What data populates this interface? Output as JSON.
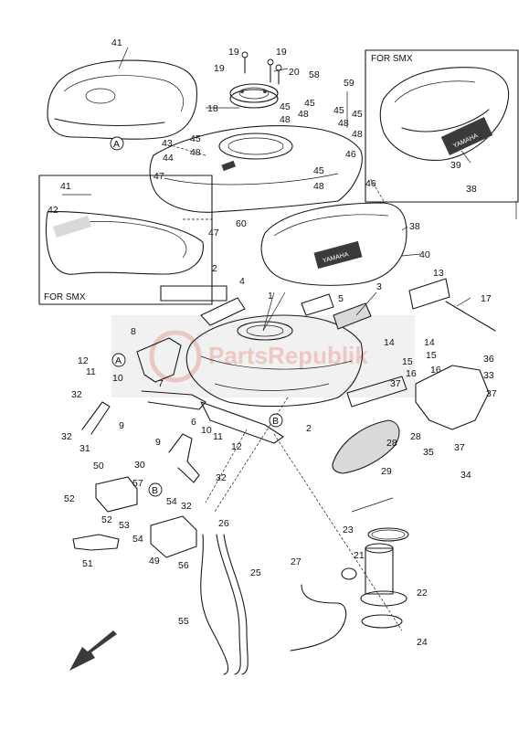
{
  "diagram": {
    "box_labels": {
      "smx_top": "FOR SMX",
      "smx_left": "FOR SMX"
    },
    "letters": [
      "A",
      "A",
      "B",
      "B"
    ],
    "part_numbers": {
      "p1": "1",
      "p2a": "2",
      "p2b": "2",
      "p3": "3",
      "p4": "4",
      "p5": "5",
      "p6": "6",
      "p7": "7",
      "p8": "8",
      "p9a": "9",
      "p9b": "9",
      "p10a": "10",
      "p10b": "10",
      "p11a": "11",
      "p11b": "11",
      "p12a": "12",
      "p12b": "12",
      "p13": "13",
      "p14a": "14",
      "p14b": "14",
      "p15a": "15",
      "p15b": "15",
      "p16a": "16",
      "p16b": "16",
      "p17": "17",
      "p18": "18",
      "p19a": "19",
      "p19b": "19",
      "p19c": "19",
      "p20": "20",
      "p21": "21",
      "p22": "22",
      "p23": "23",
      "p24": "24",
      "p25": "25",
      "p26": "26",
      "p27": "27",
      "p28a": "28",
      "p28b": "28",
      "p29": "29",
      "p30": "30",
      "p31": "31",
      "p32a": "32",
      "p32b": "32",
      "p32c": "32",
      "p32d": "32",
      "p33": "33",
      "p34": "34",
      "p35": "35",
      "p36": "36",
      "p37a": "37",
      "p37b": "37",
      "p37c": "37",
      "p38a": "38",
      "p38b": "38",
      "p39": "39",
      "p40": "40",
      "p41a": "41",
      "p41b": "41",
      "p42": "42",
      "p43": "43",
      "p44": "44",
      "p45a": "45",
      "p45b": "45",
      "p45c": "45",
      "p45d": "45",
      "p45e": "45",
      "p45f": "45",
      "p46a": "46",
      "p46b": "46",
      "p47a": "47",
      "p47b": "47",
      "p48a": "48",
      "p48b": "48",
      "p48c": "48",
      "p48d": "48",
      "p48e": "48",
      "p48f": "48",
      "p49": "49",
      "p50": "50",
      "p51": "51",
      "p52a": "52",
      "p52b": "52",
      "p53": "53",
      "p54a": "54",
      "p54b": "54",
      "p55": "55",
      "p56": "56",
      "p57": "57",
      "p58": "58",
      "p59": "59",
      "p60": "60"
    },
    "badge_text": "YAMAHA",
    "watermark": "PartsRepublik"
  }
}
